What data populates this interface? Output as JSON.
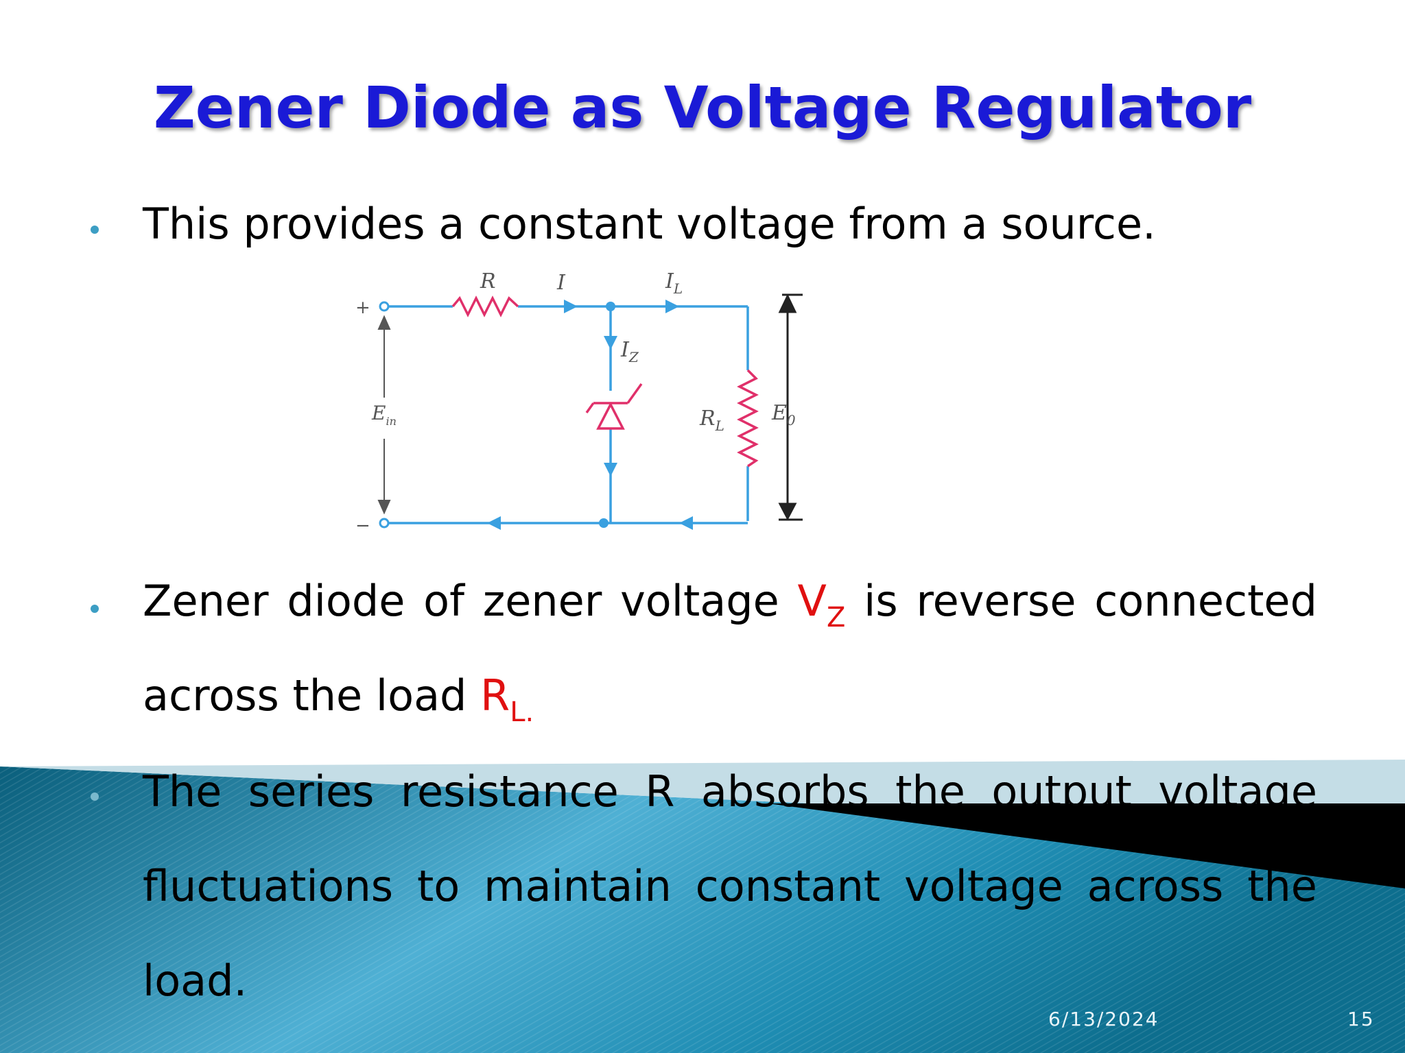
{
  "slide": {
    "title": "Zener Diode as Voltage Regulator",
    "bullets": [
      {
        "text": "This provides a constant voltage from a source."
      },
      {
        "line1_words": [
          "Zener",
          "diode",
          "of",
          "zener",
          "voltage"
        ],
        "vz_main": "V",
        "vz_sub": "Z",
        "line1_tail_words": [
          "is",
          "reverse",
          "connected"
        ],
        "line2_prefix": "across the load ",
        "rl_main": "R",
        "rl_sub": "L."
      },
      {
        "line1_words": [
          "The",
          "series",
          "resistance",
          "R",
          "absorbs",
          "the",
          "output",
          "voltage"
        ],
        "line2_words": [
          "fluctuations",
          "to",
          "maintain",
          "constant",
          "voltage",
          "across",
          "the"
        ],
        "line3": "load."
      }
    ],
    "footer": {
      "date": "6/13/2024",
      "page_number": "15"
    }
  },
  "circuit": {
    "labels": {
      "r": "R",
      "i": "I",
      "il_main": "I",
      "il_sub": "L",
      "iz_main": "I",
      "iz_sub": "Z",
      "ein_main": "E",
      "ein_sub": "in",
      "rl_main": "R",
      "rl_sub": "L",
      "e0_main": "E",
      "e0_sub": "0",
      "plus": "+",
      "minus": "−"
    },
    "colors": {
      "wire": "#3aa0e0",
      "component": "#e0306a",
      "label": "#555555",
      "dimension": "#222222"
    }
  },
  "theme": {
    "title_color": "#1a1ad6",
    "bullet_color": "#3c9ec4",
    "highlight_color": "#e01010",
    "band_dark": "#0b6a86",
    "band_light": "#5bb6d8"
  }
}
